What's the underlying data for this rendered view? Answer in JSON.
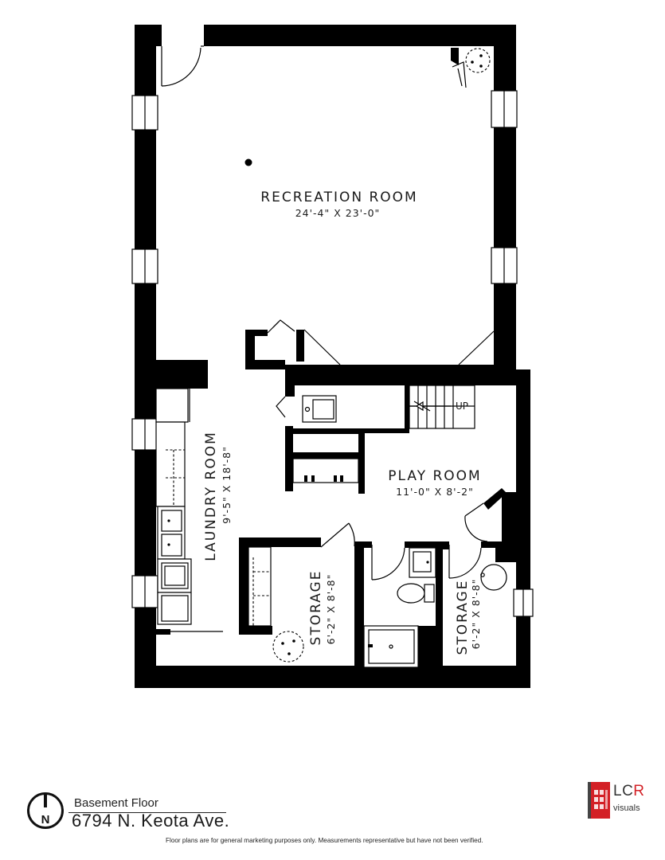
{
  "rooms": {
    "recreation": {
      "name": "RECREATION ROOM",
      "dims": "24'-4\" X 23'-0\""
    },
    "laundry": {
      "name": "LAUNDRY ROOM",
      "dims": "9'-5\" X 18'-8\""
    },
    "play": {
      "name": "PLAY ROOM",
      "dims": "11'-0\" X 8'-2\""
    },
    "storage_left": {
      "name": "STORAGE",
      "dims": "6'-2\" X 8'-8\""
    },
    "storage_right": {
      "name": "STORAGE",
      "dims": "6'-2\" X 8'-8\""
    }
  },
  "stairs": {
    "label": "UP"
  },
  "footer": {
    "floor": "Basement Floor",
    "address": "6794 N. Keota Ave.",
    "disclaimer": "Floor plans are for general marketing purposes only. Measurements representative but have not been verified."
  },
  "compass": {
    "label": "N"
  },
  "logo": {
    "main_a": "LC",
    "main_b": "R",
    "sub": "visuals",
    "accent_color": "#d32026"
  }
}
